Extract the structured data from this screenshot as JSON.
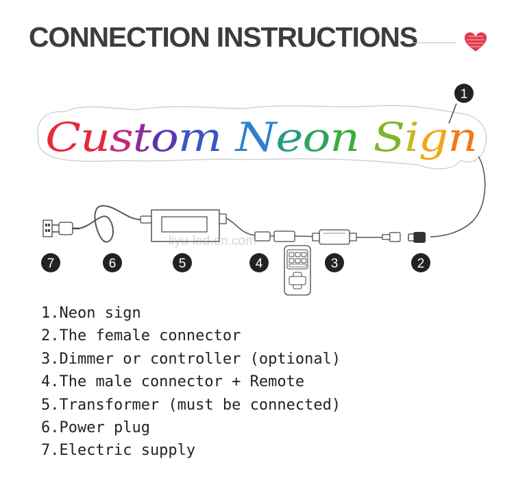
{
  "header": {
    "title": "CONNECTION INSTRUCTIONS",
    "heart_color": "#e23b4a"
  },
  "sign": {
    "text": "Custom Neon Sign",
    "colors": [
      "#e8293b",
      "#e8293b",
      "#c2297a",
      "#8c2c9e",
      "#5a35b0",
      "#3a57c4",
      "#2f7fcf",
      "#2a9a86",
      "#2fa35a",
      "#3cae3e",
      "#7fb52c",
      "#c6b81f",
      "#f0a81c",
      "#f07a1e",
      "#ec4a28",
      "#e8293b"
    ]
  },
  "callouts": [
    "1",
    "2",
    "3",
    "4",
    "5",
    "6",
    "7"
  ],
  "watermark": "liyu-led.en.com",
  "steps": [
    "1.Neon sign",
    "2.The female connector",
    "3.Dimmer or controller (optional)",
    "4.The male connector + Remote",
    "5.Transformer (must be connected)",
    "6.Power plug",
    "7.Electric supply"
  ]
}
